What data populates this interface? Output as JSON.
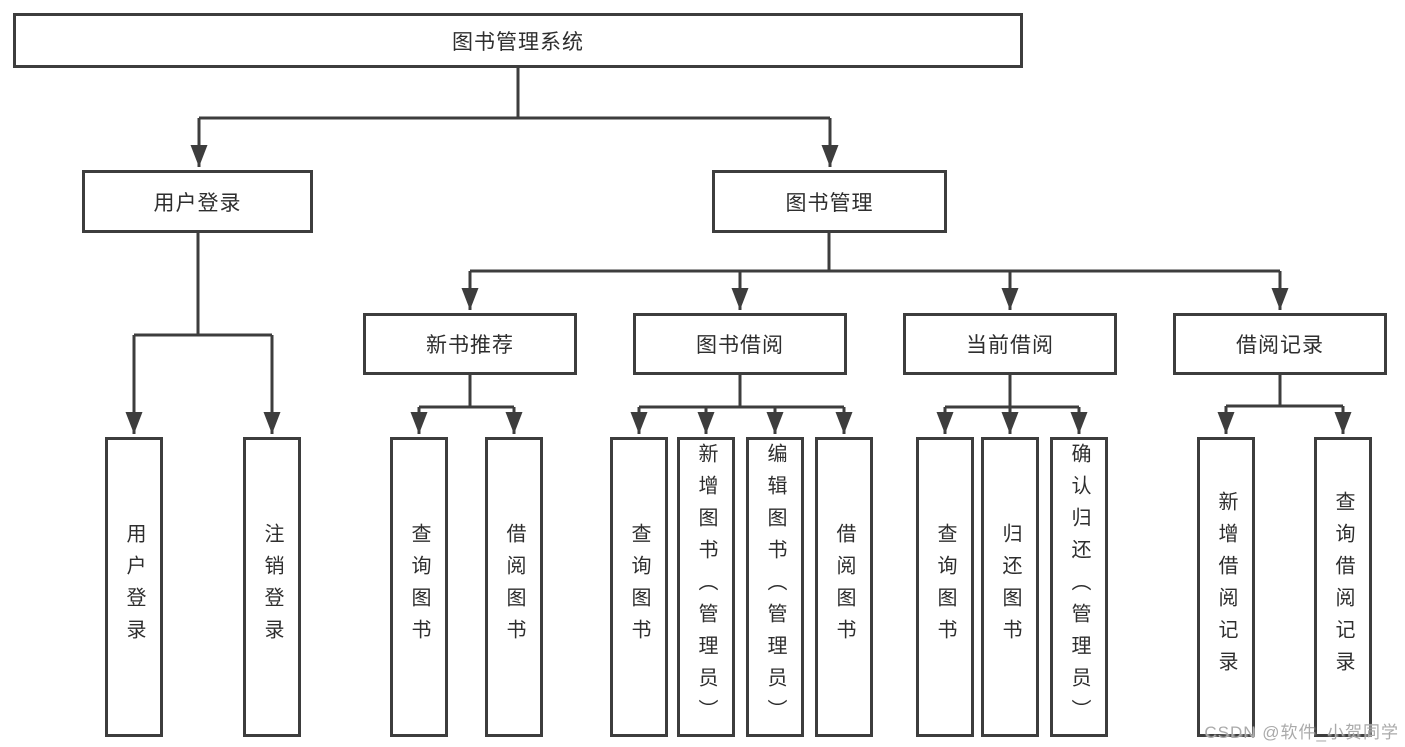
{
  "tree": {
    "root": "图书管理系统",
    "user": {
      "label": "用户登录",
      "children": [
        "用户登录",
        "注销登录"
      ]
    },
    "mgmt": {
      "label": "图书管理",
      "modules": [
        {
          "label": "新书推荐",
          "children": [
            "查询图书",
            "借阅图书"
          ]
        },
        {
          "label": "图书借阅",
          "children": [
            "查询图书",
            "新增图书（管理员）",
            "编辑图书（管理员）",
            "借阅图书"
          ]
        },
        {
          "label": "当前借阅",
          "children": [
            "查询图书",
            "归还图书",
            "确认归还（管理员）"
          ]
        },
        {
          "label": "借阅记录",
          "children": [
            "新增借阅记录",
            "查询借阅记录"
          ]
        }
      ]
    }
  },
  "watermark": "CSDN @软件_小贺同学",
  "colors": {
    "line": "#3d3d3d",
    "text": "#2e2e2e",
    "watermark": "#aaaaaa",
    "background": "#ffffff"
  }
}
